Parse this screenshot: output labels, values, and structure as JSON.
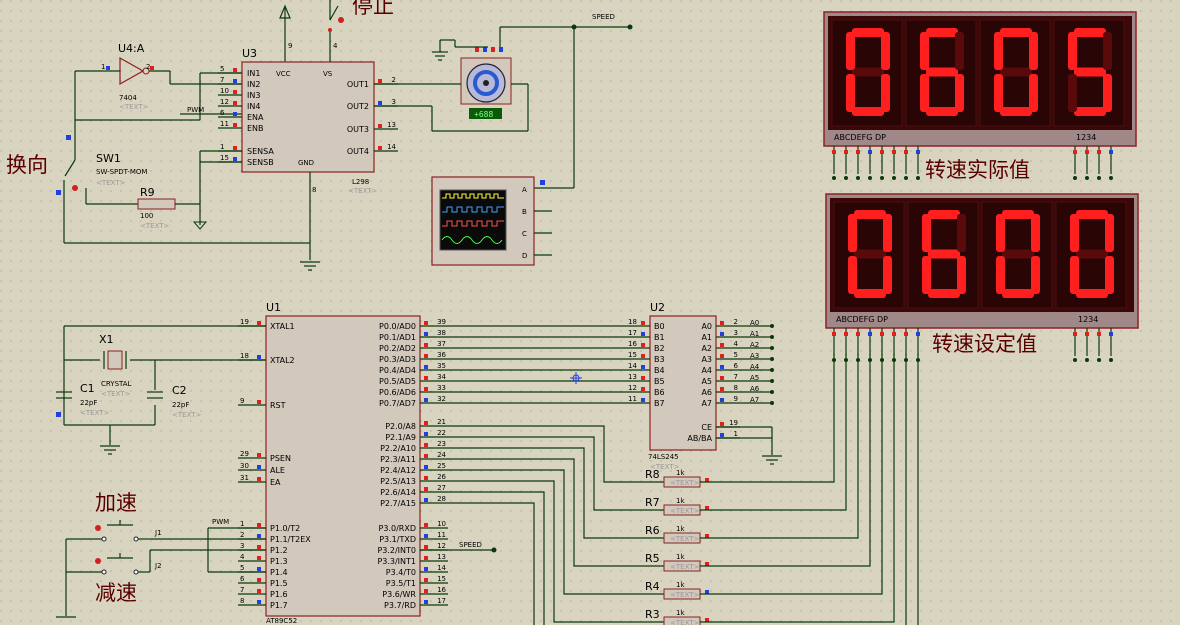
{
  "labels": {
    "stop": "停止",
    "reverse": "换向",
    "speed_up": "加速",
    "slow_down": "减速",
    "actual_speed": "转速实际值",
    "set_speed": "转速设定值"
  },
  "display_actual": {
    "digits": "0605",
    "seg_labels": "ABCDEFG  DP",
    "pos_labels": "1234"
  },
  "display_set": {
    "digits": "0600",
    "seg_labels": "ABCDEFG  DP",
    "pos_labels": "1234"
  },
  "net_labels": {
    "speed": "SPEED",
    "pwm": "PWM",
    "text": "<TEXT>",
    "motor_value": "+688"
  },
  "inverter": {
    "ref": "U4:A",
    "part": "7404"
  },
  "driver": {
    "ref": "U3",
    "part": "L298",
    "left_pins": [
      {
        "num": "5",
        "name": "IN1"
      },
      {
        "num": "7",
        "name": "IN2"
      },
      {
        "num": "10",
        "name": "IN3"
      },
      {
        "num": "12",
        "name": "IN4"
      },
      {
        "num": "6",
        "name": "ENA"
      },
      {
        "num": "11",
        "name": "ENB"
      },
      {
        "num": "1",
        "name": "SENSA"
      },
      {
        "num": "15",
        "name": "SENSB"
      }
    ],
    "right_pins": [
      {
        "num": "2",
        "name": "OUT1"
      },
      {
        "num": "3",
        "name": "OUT2"
      },
      {
        "num": "13",
        "name": "OUT3"
      },
      {
        "num": "14",
        "name": "OUT4"
      }
    ],
    "vcc": "VCC",
    "vs": "VS",
    "gnd": "GND",
    "pin9": "9",
    "pin4": "4",
    "pin8": "8"
  },
  "switch": {
    "ref": "SW1",
    "part": "SW-SPDT-MOM"
  },
  "r9": {
    "ref": "R9",
    "value": "100"
  },
  "scope_channels": [
    "A",
    "B",
    "C",
    "D"
  ],
  "mcu": {
    "ref": "U1",
    "part": "AT89C52",
    "left_pins": [
      {
        "num": "19",
        "name": "XTAL1"
      },
      {
        "num": "18",
        "name": "XTAL2"
      },
      {
        "num": "9",
        "name": "RST"
      },
      {
        "num": "29",
        "name": "PSEN"
      },
      {
        "num": "30",
        "name": "ALE"
      },
      {
        "num": "31",
        "name": "EA"
      },
      {
        "num": "1",
        "name": "P1.0/T2"
      },
      {
        "num": "2",
        "name": "P1.1/T2EX"
      },
      {
        "num": "3",
        "name": "P1.2"
      },
      {
        "num": "4",
        "name": "P1.3"
      },
      {
        "num": "5",
        "name": "P1.4"
      },
      {
        "num": "6",
        "name": "P1.5"
      },
      {
        "num": "7",
        "name": "P1.6"
      },
      {
        "num": "8",
        "name": "P1.7"
      }
    ],
    "p0_pins": [
      {
        "num": "39",
        "name": "P0.0/AD0"
      },
      {
        "num": "38",
        "name": "P0.1/AD1"
      },
      {
        "num": "37",
        "name": "P0.2/AD2"
      },
      {
        "num": "36",
        "name": "P0.3/AD3"
      },
      {
        "num": "35",
        "name": "P0.4/AD4"
      },
      {
        "num": "34",
        "name": "P0.5/AD5"
      },
      {
        "num": "33",
        "name": "P0.6/AD6"
      },
      {
        "num": "32",
        "name": "P0.7/AD7"
      }
    ],
    "p2_pins": [
      {
        "num": "21",
        "name": "P2.0/A8"
      },
      {
        "num": "22",
        "name": "P2.1/A9"
      },
      {
        "num": "23",
        "name": "P2.2/A10"
      },
      {
        "num": "24",
        "name": "P2.3/A11"
      },
      {
        "num": "25",
        "name": "P2.4/A12"
      },
      {
        "num": "26",
        "name": "P2.5/A13"
      },
      {
        "num": "27",
        "name": "P2.6/A14"
      },
      {
        "num": "28",
        "name": "P2.7/A15"
      }
    ],
    "p3_pins": [
      {
        "num": "10",
        "name": "P3.0/RXD"
      },
      {
        "num": "11",
        "name": "P3.1/TXD"
      },
      {
        "num": "12",
        "name": "P3.2/INT0"
      },
      {
        "num": "13",
        "name": "P3.3/INT1"
      },
      {
        "num": "14",
        "name": "P3.4/T0"
      },
      {
        "num": "15",
        "name": "P3.5/T1"
      },
      {
        "num": "16",
        "name": "P3.6/WR"
      },
      {
        "num": "17",
        "name": "P3.7/RD"
      }
    ]
  },
  "crystal": {
    "ref": "X1",
    "part": "CRYSTAL"
  },
  "c1": {
    "ref": "C1",
    "value": "22pF"
  },
  "c2": {
    "ref": "C2",
    "value": "22pF"
  },
  "buttons": {
    "j1": "J1",
    "j2": "J2"
  },
  "buffer": {
    "ref": "U2",
    "part": "74LS245",
    "b_pins": [
      {
        "num": "18",
        "name": "B0"
      },
      {
        "num": "17",
        "name": "B1"
      },
      {
        "num": "16",
        "name": "B2"
      },
      {
        "num": "15",
        "name": "B3"
      },
      {
        "num": "14",
        "name": "B4"
      },
      {
        "num": "13",
        "name": "B5"
      },
      {
        "num": "12",
        "name": "B6"
      },
      {
        "num": "11",
        "name": "B7"
      }
    ],
    "a_pins": [
      {
        "num": "2",
        "name": "A0"
      },
      {
        "num": "3",
        "name": "A1"
      },
      {
        "num": "4",
        "name": "A2"
      },
      {
        "num": "5",
        "name": "A3"
      },
      {
        "num": "6",
        "name": "A4"
      },
      {
        "num": "7",
        "name": "A5"
      },
      {
        "num": "8",
        "name": "A6"
      },
      {
        "num": "9",
        "name": "A7"
      }
    ],
    "ce": {
      "num": "19",
      "name": "CE"
    },
    "abba": {
      "num": "1",
      "name": "AB/BA"
    },
    "bus_labels": [
      "A0",
      "A1",
      "A2",
      "A3",
      "A4",
      "A5",
      "A6",
      "A7"
    ]
  },
  "resistors": [
    {
      "ref": "R8",
      "value": "1k"
    },
    {
      "ref": "R7",
      "value": "1k"
    },
    {
      "ref": "R6",
      "value": "1k"
    },
    {
      "ref": "R5",
      "value": "1k"
    },
    {
      "ref": "R4",
      "value": "1k"
    },
    {
      "ref": "R3",
      "value": "1k"
    }
  ],
  "colors": {
    "background": "#d8d4c0",
    "chip_fill": "#d2c8bc",
    "chip_border": "#8a2222",
    "wire": "#0a3a0a",
    "segment_on": "#ff1f1f",
    "display_body": "#3a0808",
    "pin_red": "#e02020",
    "pin_blue": "#2040e0"
  }
}
